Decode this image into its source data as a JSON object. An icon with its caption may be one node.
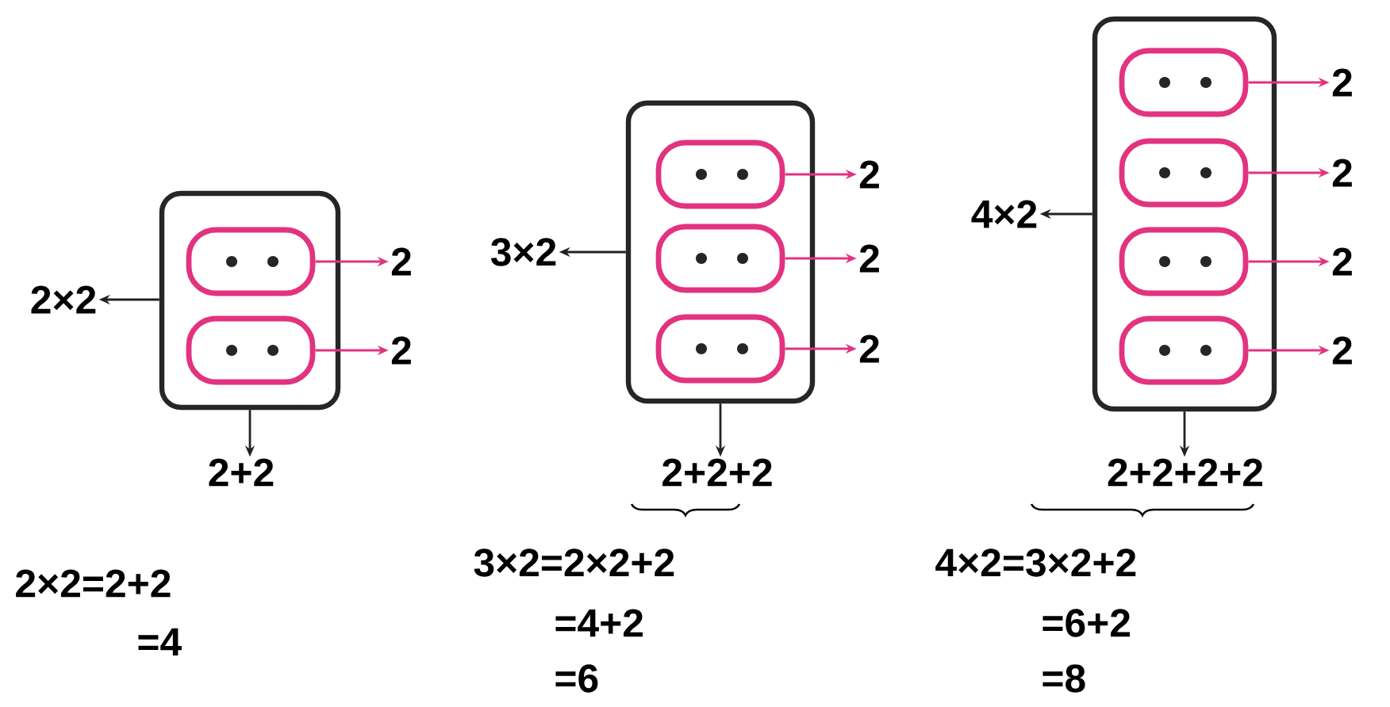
{
  "diagram": {
    "nodes": [
      {
        "text": [],
        "shape": "box"
      },
      {
        "text": [],
        "shape": "oval",
        "in": 0
      },
      {
        "text": [],
        "shape": "oval",
        "in": 0
      },
      {
        "text": [
          "2"
        ]
      },
      {
        "text": [
          "2"
        ]
      },
      {
        "text": [
          "2×2"
        ]
      },
      {
        "text": [
          "2+2"
        ]
      },
      {
        "text": [],
        "shape": "box"
      },
      {
        "text": [],
        "shape": "oval",
        "in": 7
      },
      {
        "text": [],
        "shape": "oval",
        "in": 7
      },
      {
        "text": [],
        "shape": "oval",
        "in": 7
      },
      {
        "text": [
          "2"
        ]
      },
      {
        "text": [
          "2"
        ]
      },
      {
        "text": [
          "2"
        ]
      },
      {
        "text": [
          "3×2"
        ]
      },
      {
        "text": [
          "2+2+2"
        ]
      },
      {
        "text": [],
        "shape": "box"
      },
      {
        "text": [],
        "shape": "oval",
        "in": 16
      },
      {
        "text": [],
        "shape": "oval",
        "in": 16
      },
      {
        "text": [],
        "shape": "oval",
        "in": 16
      },
      {
        "text": [],
        "shape": "oval",
        "in": 16
      },
      {
        "text": [
          "2"
        ]
      },
      {
        "text": [
          "2"
        ]
      },
      {
        "text": [
          "2"
        ]
      },
      {
        "text": [
          "2"
        ]
      },
      {
        "text": [
          "4×2"
        ]
      },
      {
        "text": [
          "2+2+2+2"
        ]
      }
    ],
    "edges": [
      {
        "from": 1,
        "to": 3,
        "arrow": "to"
      },
      {
        "from": 2,
        "to": 4,
        "arrow": "to"
      },
      {
        "from": 0,
        "to": 5,
        "arrow": "to",
        "color": "#222222"
      },
      {
        "from": 0,
        "to": 6,
        "arrow": "to",
        "color": "#222222"
      },
      {
        "from": 8,
        "to": 11,
        "arrow": "to"
      },
      {
        "from": 9,
        "to": 12,
        "arrow": "to"
      },
      {
        "from": 10,
        "to": 13,
        "arrow": "to"
      },
      {
        "from": 7,
        "to": 14,
        "arrow": "to",
        "color": "#222222"
      },
      {
        "from": 7,
        "to": 15,
        "arrow": "to",
        "color": "#222222"
      },
      {
        "from": 17,
        "to": 21,
        "arrow": "to"
      },
      {
        "from": 18,
        "to": 22,
        "arrow": "to"
      },
      {
        "from": 19,
        "to": 23,
        "arrow": "to"
      },
      {
        "from": 20,
        "to": 24,
        "arrow": "to"
      },
      {
        "from": 16,
        "to": 25,
        "arrow": "to",
        "color": "#222222"
      },
      {
        "from": 16,
        "to": 26,
        "arrow": "to",
        "color": "#222222"
      }
    ],
    "labels": [
      "2×2=2+2",
      "=4",
      "3×2=2×2+2",
      "=4+2",
      "=6",
      "4×2=3×2+2",
      "=6+2",
      "=8"
    ]
  }
}
